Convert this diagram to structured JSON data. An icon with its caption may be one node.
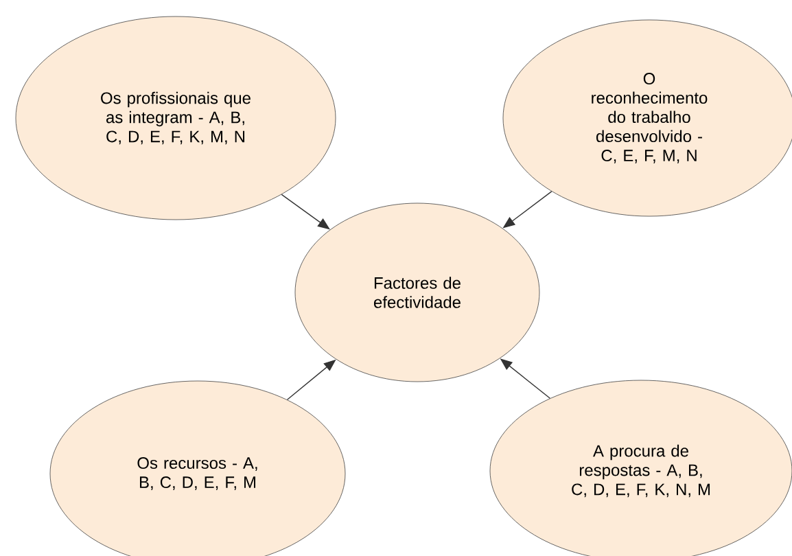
{
  "diagram": {
    "nodes": [
      {
        "text": [
          "Factores de efectividade"
        ]
      },
      {
        "text": [
          "Os profissionais que as integram - A, B, C, D, E, F, K, M, N"
        ]
      },
      {
        "text": [
          "O reconhecimento do trabalho desenvolvido - C, E, F, M, N"
        ]
      },
      {
        "text": [
          "Os recursos - A, B, C, D, E, F, M"
        ]
      },
      {
        "text": [
          "A procura de respostas - A, B, C, D, E, F, K, N, M"
        ]
      }
    ],
    "edges": [
      {
        "from": 1,
        "to": 0,
        "arrow": "to"
      },
      {
        "from": 2,
        "to": 0,
        "arrow": "to"
      },
      {
        "from": 3,
        "to": 0,
        "arrow": "to"
      },
      {
        "from": 4,
        "to": 0,
        "arrow": "to"
      }
    ]
  }
}
